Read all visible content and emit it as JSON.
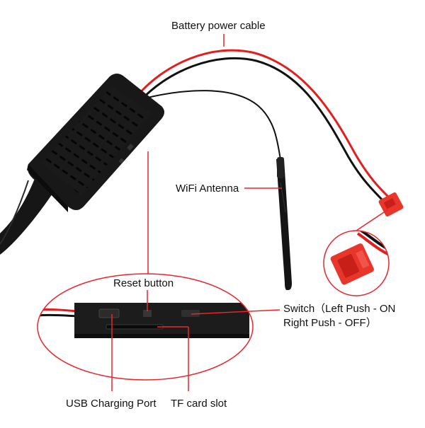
{
  "labels": {
    "battery_power_cable": "Battery power cable",
    "wifi_antenna": "WiFi Antenna",
    "reset_button": "Reset button",
    "switch_line1": "Switch（Left Push - ON",
    "switch_line2": "Right Push - OFF）",
    "usb_charging_port": "USB Charging Port",
    "tf_card_slot": "TF card slot"
  },
  "colors": {
    "callout_line": "#e8262d",
    "device_body": "#1b1b1b",
    "connector": "#e8362b",
    "wire_red": "#e21e1e",
    "wire_black": "#111111"
  }
}
